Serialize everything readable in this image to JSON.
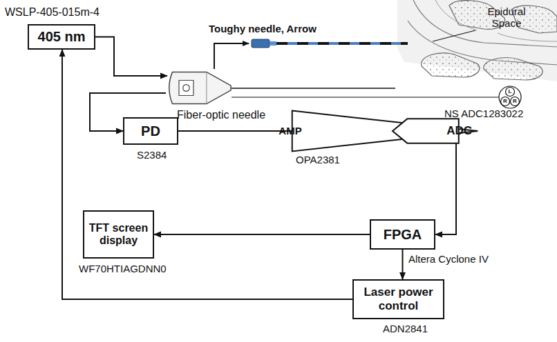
{
  "diagram": {
    "nodes": [
      {
        "text": [
          "WSLP-405-015m-4",
          "405 nm"
        ]
      },
      {
        "text": [
          "Fiber-optic needle"
        ]
      },
      {
        "text": [
          "PD",
          "S2384"
        ]
      },
      {
        "text": [
          "AMP",
          "OPA2381"
        ]
      },
      {
        "text": [
          "ADC",
          "NS ADC1283022"
        ]
      },
      {
        "text": [
          "FPGA",
          "Altera Cyclone IV"
        ]
      },
      {
        "text": [
          "TFT screen display",
          "WF70HTIAGDNN0"
        ]
      },
      {
        "text": [
          "Laser power control",
          "ADN2841"
        ]
      }
    ],
    "edges": [
      {
        "from": 0,
        "to": 1,
        "arrow": "to"
      },
      {
        "from": 1,
        "to": 2,
        "arrow": "to"
      },
      {
        "from": 2,
        "to": 3,
        "arrow": "none"
      },
      {
        "from": 3,
        "to": 4,
        "arrow": "none"
      },
      {
        "from": 4,
        "to": 5,
        "arrow": "to"
      },
      {
        "from": 5,
        "to": 6,
        "arrow": "to"
      },
      {
        "from": 5,
        "to": 7,
        "arrow": "to"
      },
      {
        "from": 7,
        "to": 0,
        "arrow": "to"
      }
    ],
    "labels": [
      "Toughy needle, Arrow",
      "Epidural Space",
      "L",
      "R",
      "R"
    ]
  }
}
